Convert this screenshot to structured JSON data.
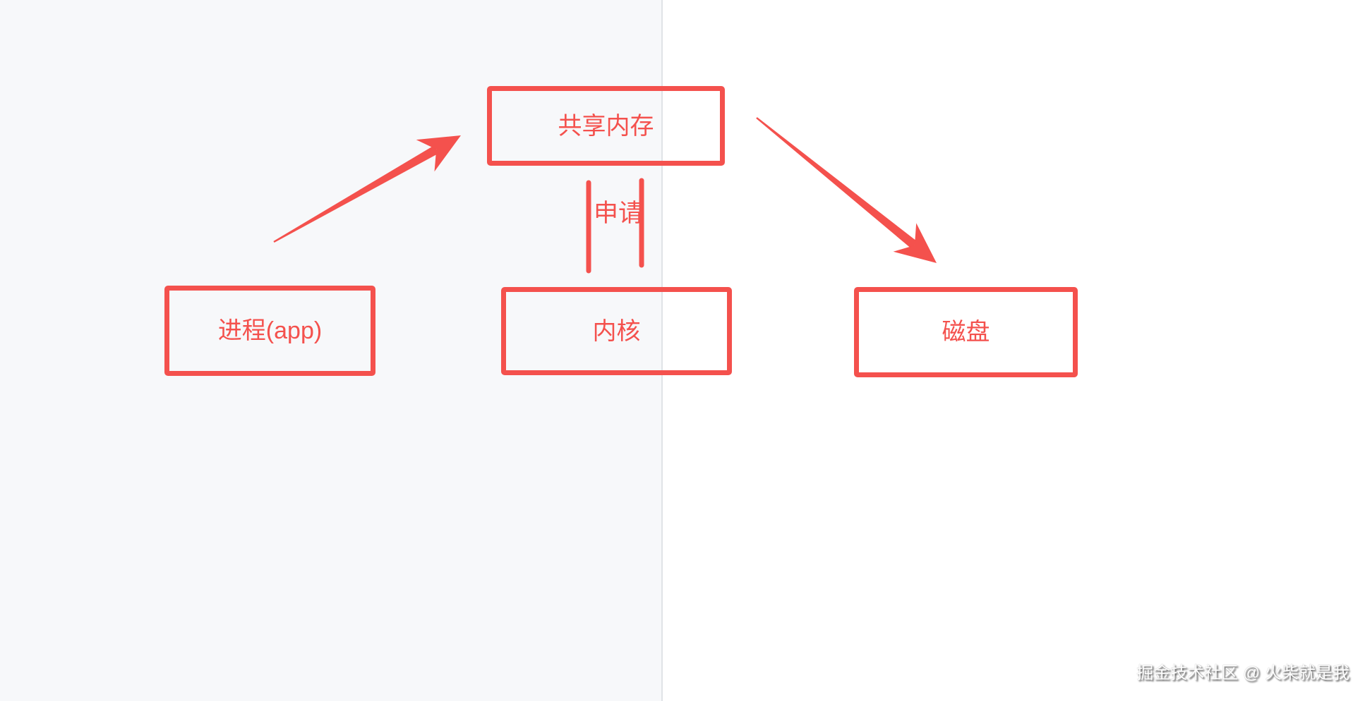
{
  "canvas": {
    "accent_red": "#f4514d",
    "left_panel_color": "#f7f8fa",
    "right_panel_color": "#ffffff",
    "divider_color": "#e0e3e7"
  },
  "nodes": [
    {
      "id": "shared-memory",
      "label": "共享内存"
    },
    {
      "id": "process",
      "label": "进程(app)"
    },
    {
      "id": "kernel",
      "label": "内核"
    },
    {
      "id": "disk",
      "label": "磁盘"
    }
  ],
  "edges": {
    "request_label": "申请"
  },
  "watermark": {
    "text": "掘金技术社区 @ 火柴就是我"
  }
}
